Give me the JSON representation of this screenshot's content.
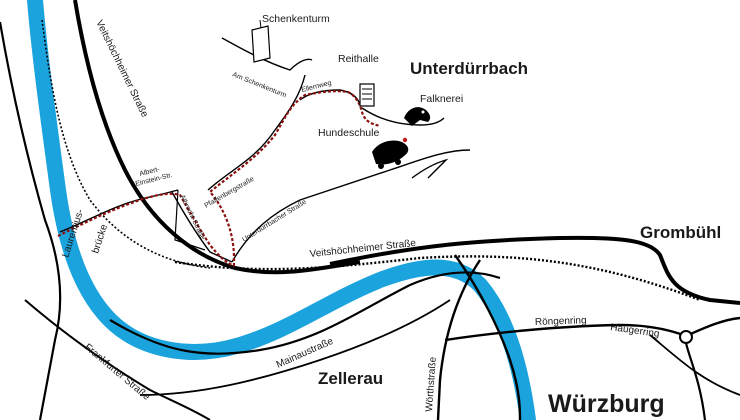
{
  "colors": {
    "river": "#1aa3dc",
    "road": "#000000",
    "route": "#8b1010",
    "background": "#ffffff"
  },
  "labels": {
    "schenkenturm": "Schenkenturm",
    "reithalle": "Reithalle",
    "unterduerrbach": "Unterdürrbach",
    "falknerei": "Falknerei",
    "hundeschule": "Hundeschule",
    "grombuehl": "Grombühl",
    "zellerau": "Zellerau",
    "wuerzburg": "Würzburg",
    "laurentiusbruecke_1": "Laurentius-",
    "laurentiusbruecke_2": "brücke",
    "veitshoechheimer_north": "Veitshöchheimer Straße",
    "veitshoechheimer_south": "Veitshöchheimer Straße",
    "albert_einstein_1": "Albert-",
    "albert_einstein_2": "Einstein-Str.",
    "am_schenkenturm": "Am Schenkenturm",
    "ellernweg": "Ellernweg",
    "pfaffenbergstrasse": "Pfaffenbergstraße",
    "albrechtstrasse": "Albrecht-Straße",
    "unterduerrbacher_strasse": "Unterdürrbacher Straße",
    "frankfurter_strasse": "Frankfurter Straße",
    "mainaustrasse": "Mainaustraße",
    "woerthstrasse": "Wörthstraße",
    "roentgenring": "Röngenring",
    "haugerring": "Haugerring"
  },
  "icons": {
    "tower": "tower-icon",
    "hall": "building-icon",
    "falcon": "falcon-icon",
    "dog": "dog-icon"
  }
}
